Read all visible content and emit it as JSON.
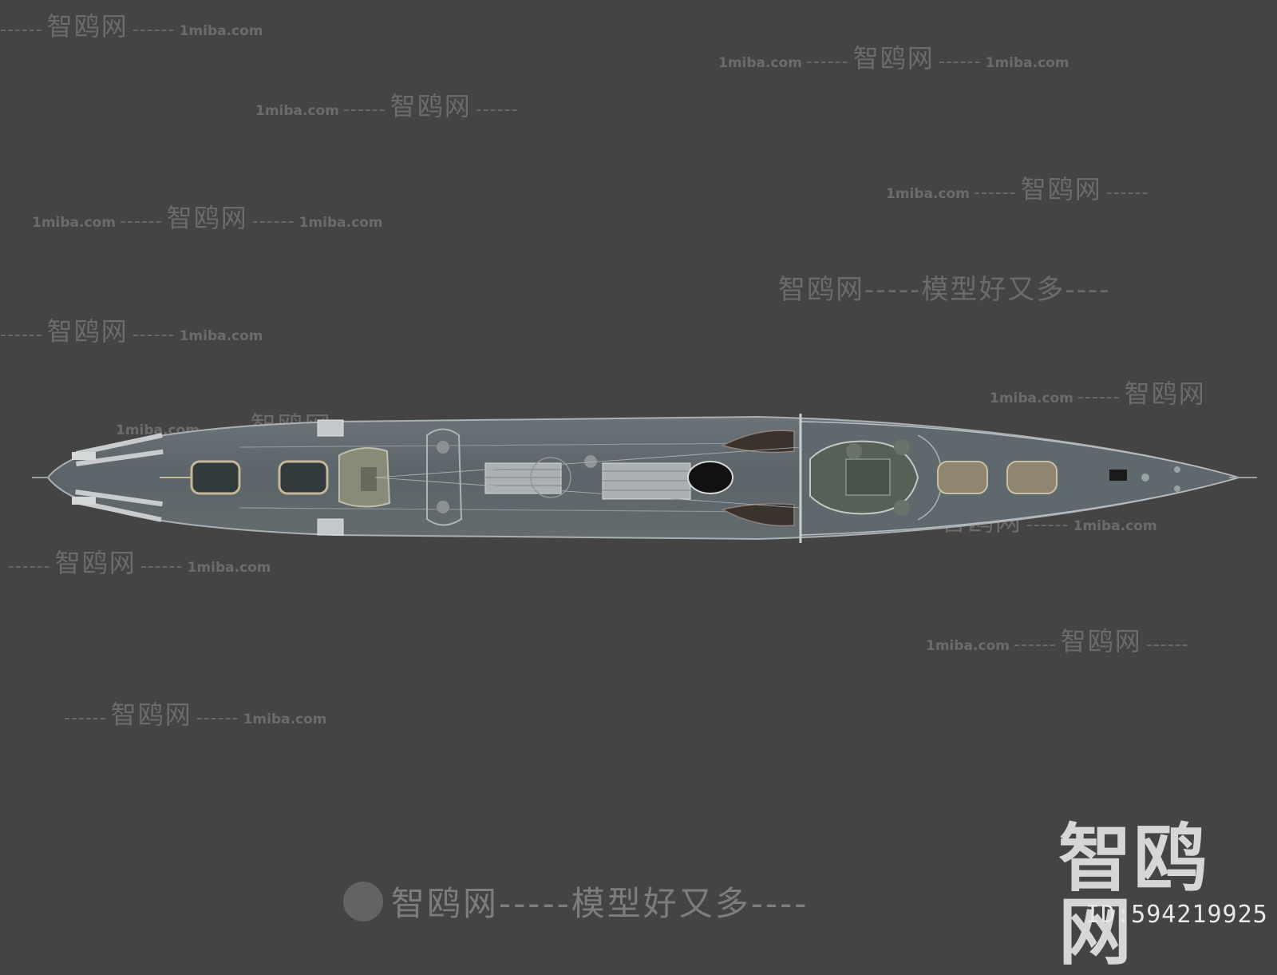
{
  "watermarks": {
    "brand_cn": "智鸥网",
    "brand_en": "1miba.com",
    "dashes": "------",
    "slogan_line": "智鸥网-----模型好又多----"
  },
  "logo": {
    "text": "智鸥网",
    "id_text": "ID:594219925"
  },
  "bottom_watermark": {
    "text": "智鸥网-----模型好又多----"
  },
  "image_subject": {
    "icon": "warship-top-view-icon"
  }
}
